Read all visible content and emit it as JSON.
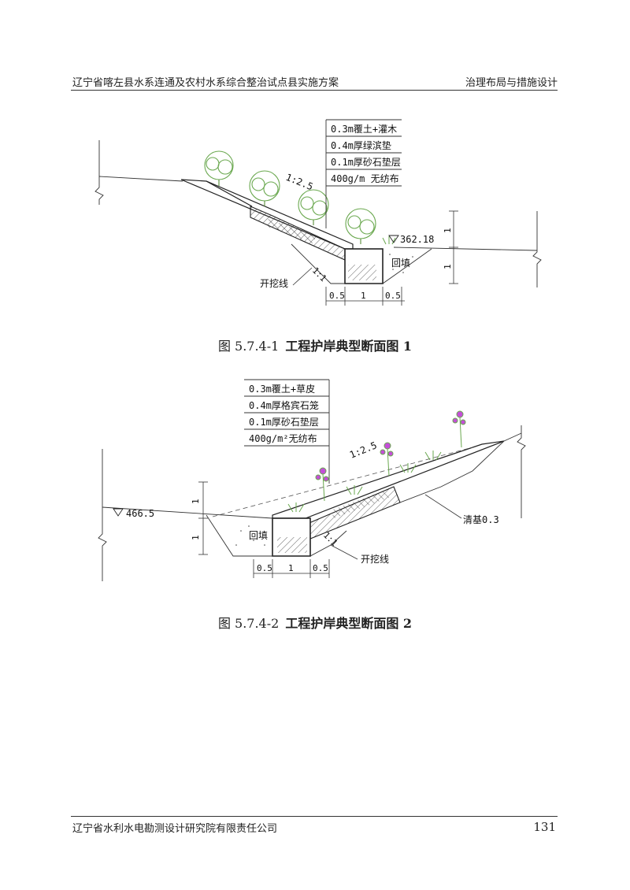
{
  "header": {
    "left": "辽宁省喀左县水系连通及农村水系综合整治试点县实施方案",
    "right": "治理布局与措施设计"
  },
  "figure1": {
    "layers": [
      "0.3m覆土+灌木",
      "0.4m厚绿滨垫",
      "0.1m厚砂石垫层",
      "400g/m 无纺布"
    ],
    "slope": "1:2.5",
    "excavation_slope": "1:1",
    "elevation": "362.18",
    "backfill": "回填",
    "excavation_line": "开挖线",
    "dims": [
      "0.5",
      "1",
      "0.5"
    ],
    "dim_v": [
      "1",
      "1"
    ],
    "caption_num": "图 5.7.4-1",
    "caption_title": "工程护岸典型断面图 1"
  },
  "figure2": {
    "layers": [
      "0.3m覆土+草皮",
      "0.4m厚格宾石笼",
      "0.1m厚砂石垫层",
      "400g/m²无纺布"
    ],
    "slope": "1:2.5",
    "excavation_slope": "1:1",
    "elevation": "466.5",
    "backfill": "回填",
    "excavation_line": "开挖线",
    "clearing": "清基0.3",
    "dims": [
      "0.5",
      "1",
      "0.5"
    ],
    "dim_v": [
      "1",
      "1"
    ],
    "caption_num": "图 5.7.4-2",
    "caption_title": "工程护岸典型断面图 2"
  },
  "footer": {
    "left": "辽宁省水利水电勘测设计研究院有限责任公司",
    "page": "131"
  }
}
